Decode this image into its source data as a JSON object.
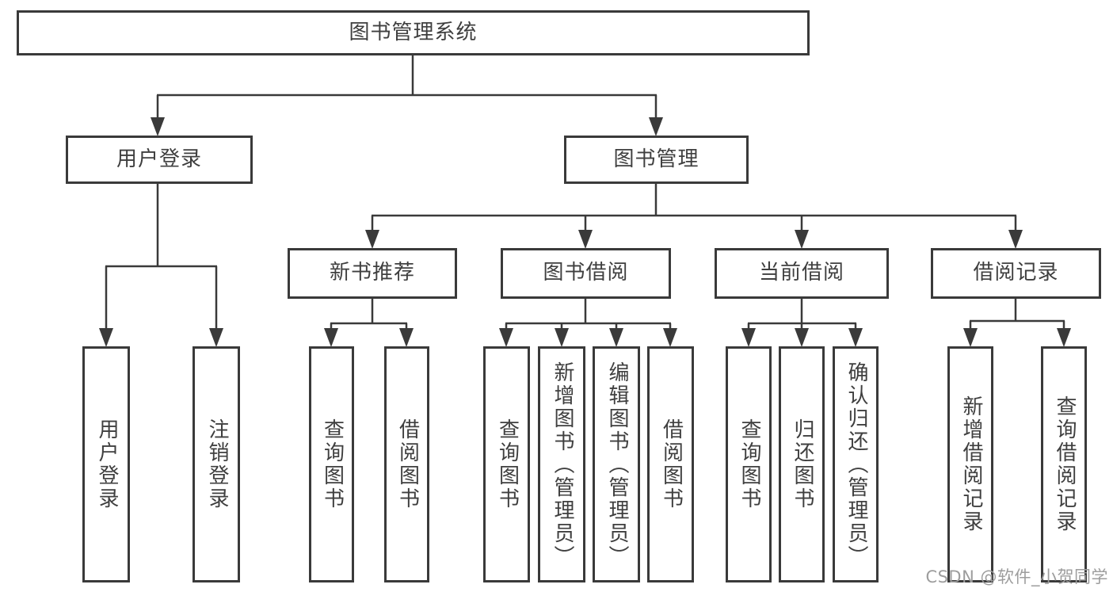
{
  "diagram": {
    "root": {
      "label": "图书管理系统"
    },
    "branches": [
      {
        "label": "用户登录",
        "children": [
          {
            "label": "用户登录"
          },
          {
            "label": "注销登录"
          }
        ]
      },
      {
        "label": "图书管理",
        "children": [
          {
            "label": "新书推荐",
            "children": [
              {
                "label": "查询图书"
              },
              {
                "label": "借阅图书"
              }
            ]
          },
          {
            "label": "图书借阅",
            "children": [
              {
                "label": "查询图书"
              },
              {
                "label": "新增图书（管理员）"
              },
              {
                "label": "编辑图书（管理员）"
              },
              {
                "label": "借阅图书"
              }
            ]
          },
          {
            "label": "当前借阅",
            "children": [
              {
                "label": "查询图书"
              },
              {
                "label": "归还图书"
              },
              {
                "label": "确认归还（管理员）"
              }
            ]
          },
          {
            "label": "借阅记录",
            "children": [
              {
                "label": "新增借阅记录"
              },
              {
                "label": "查询借阅记录"
              }
            ]
          }
        ]
      }
    ]
  },
  "watermark": {
    "text": "CSDN @软件_小贺同学"
  },
  "colors": {
    "line": "#3a3a3a",
    "text": "#3f3f3f",
    "box_background": "#ffffff",
    "page_background": "#ffffff",
    "watermark": "#9d9d9d"
  }
}
